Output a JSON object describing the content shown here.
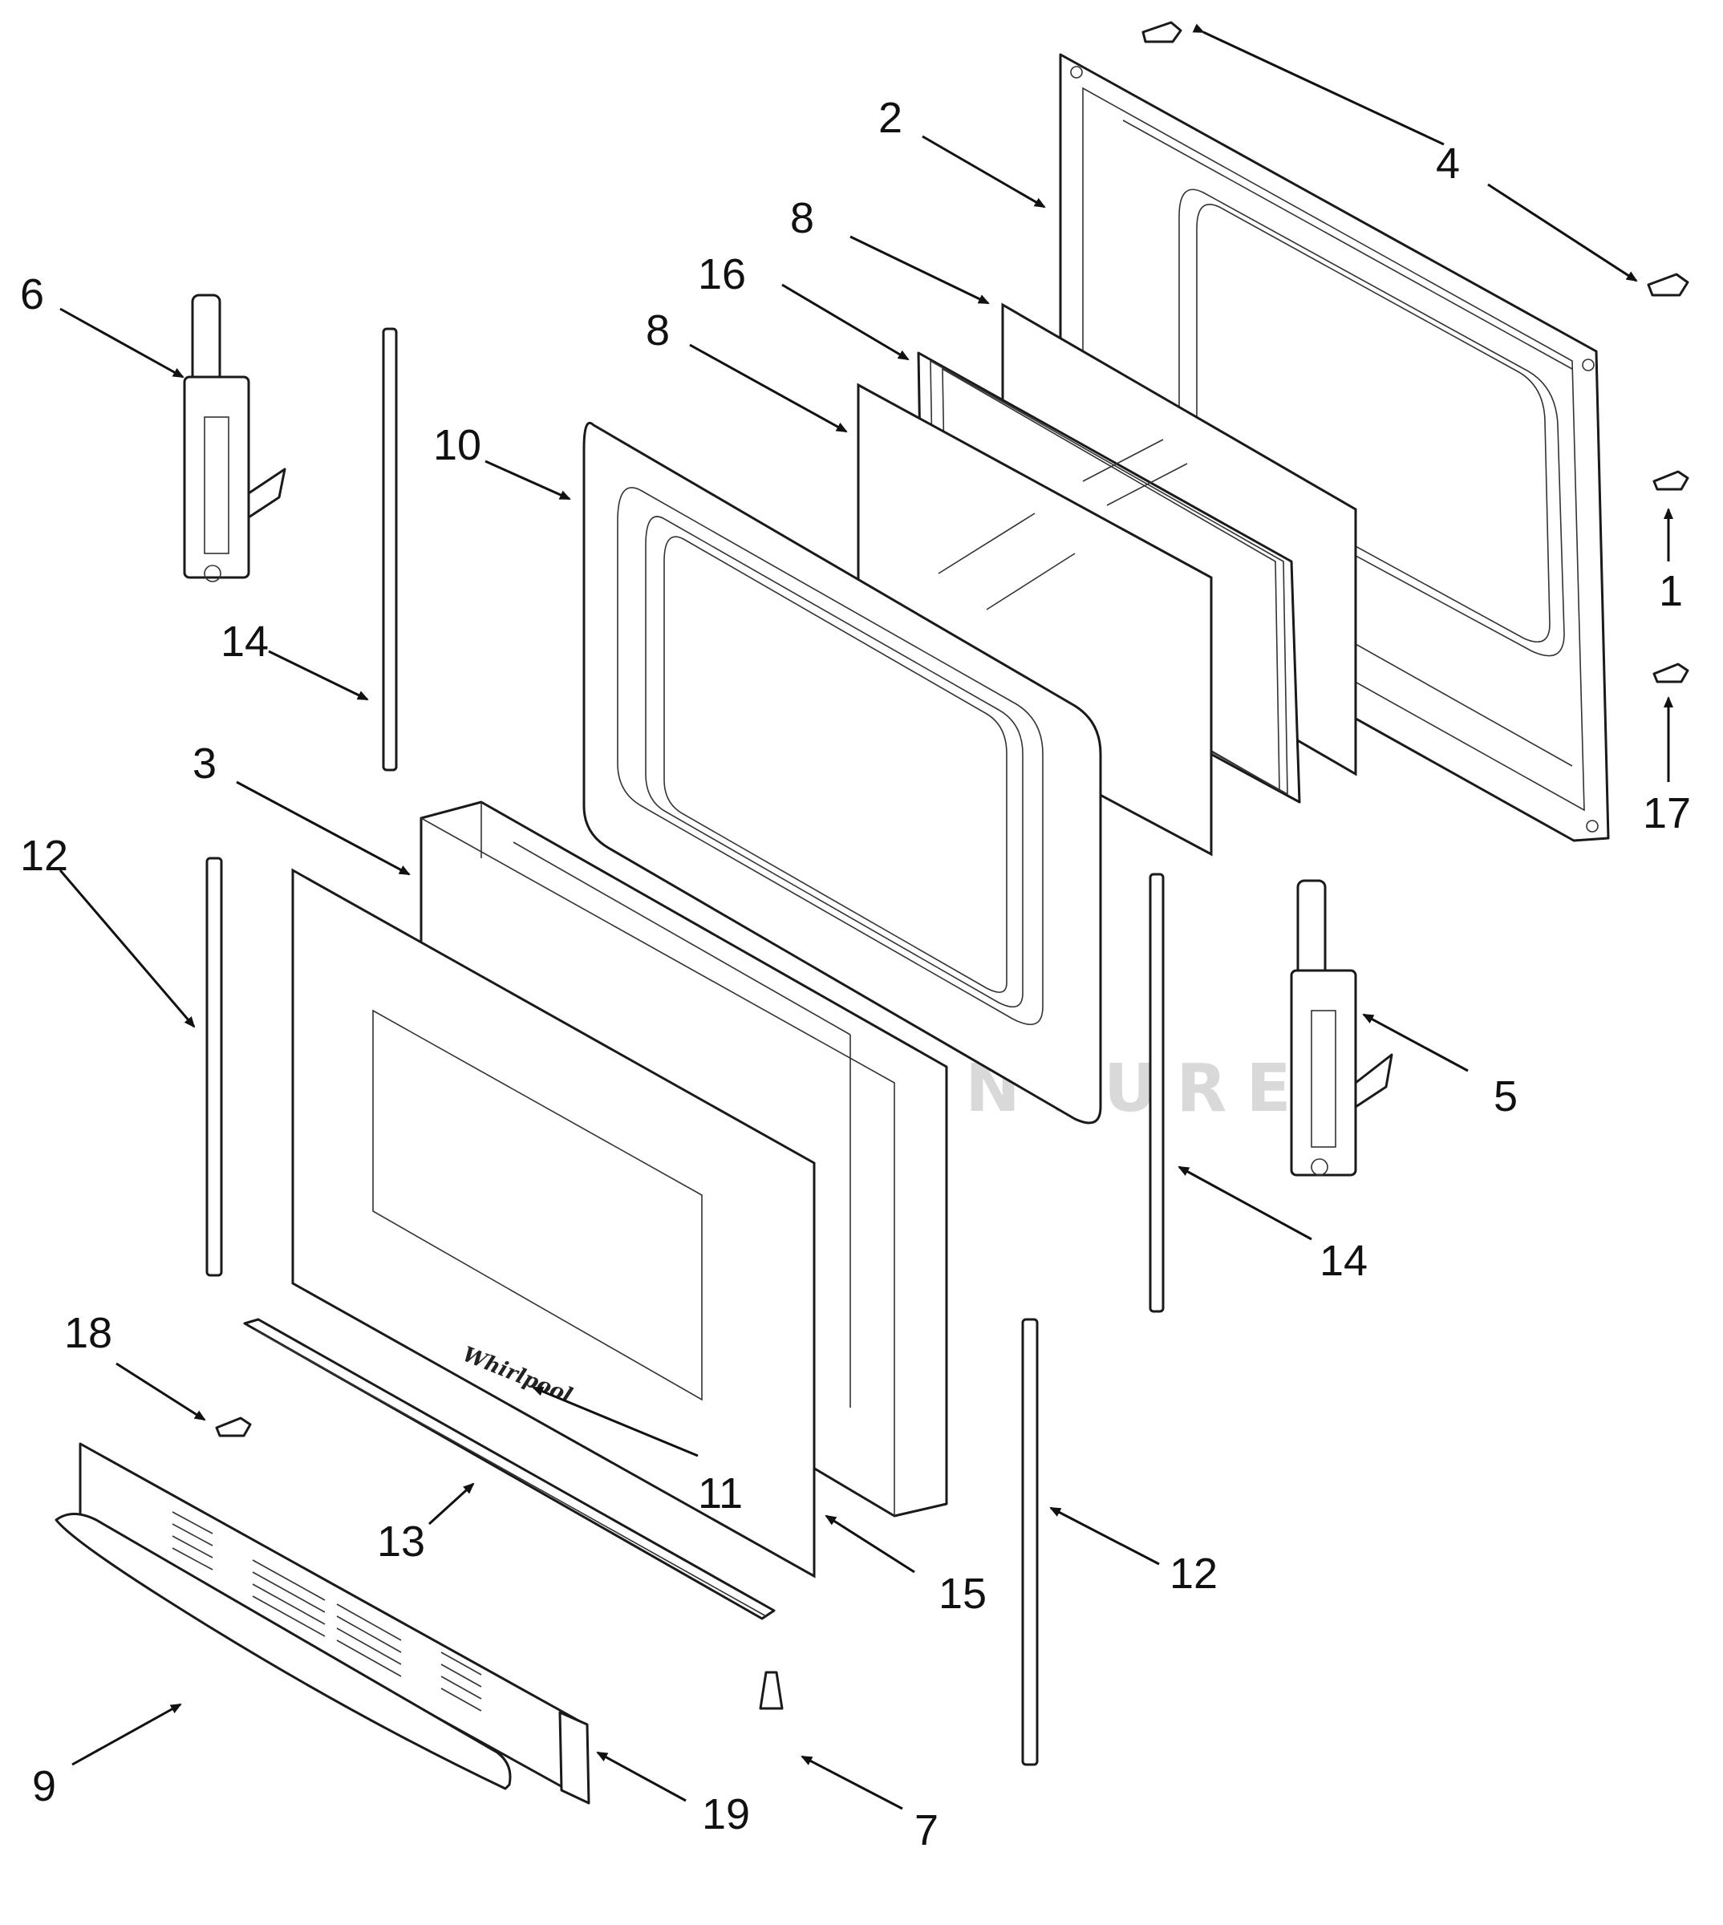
{
  "watermark": {
    "text": "LEADVENTURE"
  },
  "brand_logo": {
    "text": "Whirlpool"
  },
  "callouts": [
    {
      "id": "c-1",
      "label": "1"
    },
    {
      "id": "c-2",
      "label": "2"
    },
    {
      "id": "c-3",
      "label": "3"
    },
    {
      "id": "c-4",
      "label": "4"
    },
    {
      "id": "c-5",
      "label": "5"
    },
    {
      "id": "c-6",
      "label": "6"
    },
    {
      "id": "c-7",
      "label": "7"
    },
    {
      "id": "c-8a",
      "label": "8"
    },
    {
      "id": "c-8b",
      "label": "8"
    },
    {
      "id": "c-9",
      "label": "9"
    },
    {
      "id": "c-10",
      "label": "10"
    },
    {
      "id": "c-11",
      "label": "11"
    },
    {
      "id": "c-12a",
      "label": "12"
    },
    {
      "id": "c-12b",
      "label": "12"
    },
    {
      "id": "c-13",
      "label": "13"
    },
    {
      "id": "c-14a",
      "label": "14"
    },
    {
      "id": "c-14b",
      "label": "14"
    },
    {
      "id": "c-15",
      "label": "15"
    },
    {
      "id": "c-16",
      "label": "16"
    },
    {
      "id": "c-17",
      "label": "17"
    },
    {
      "id": "c-18",
      "label": "18"
    },
    {
      "id": "c-19",
      "label": "19"
    }
  ]
}
